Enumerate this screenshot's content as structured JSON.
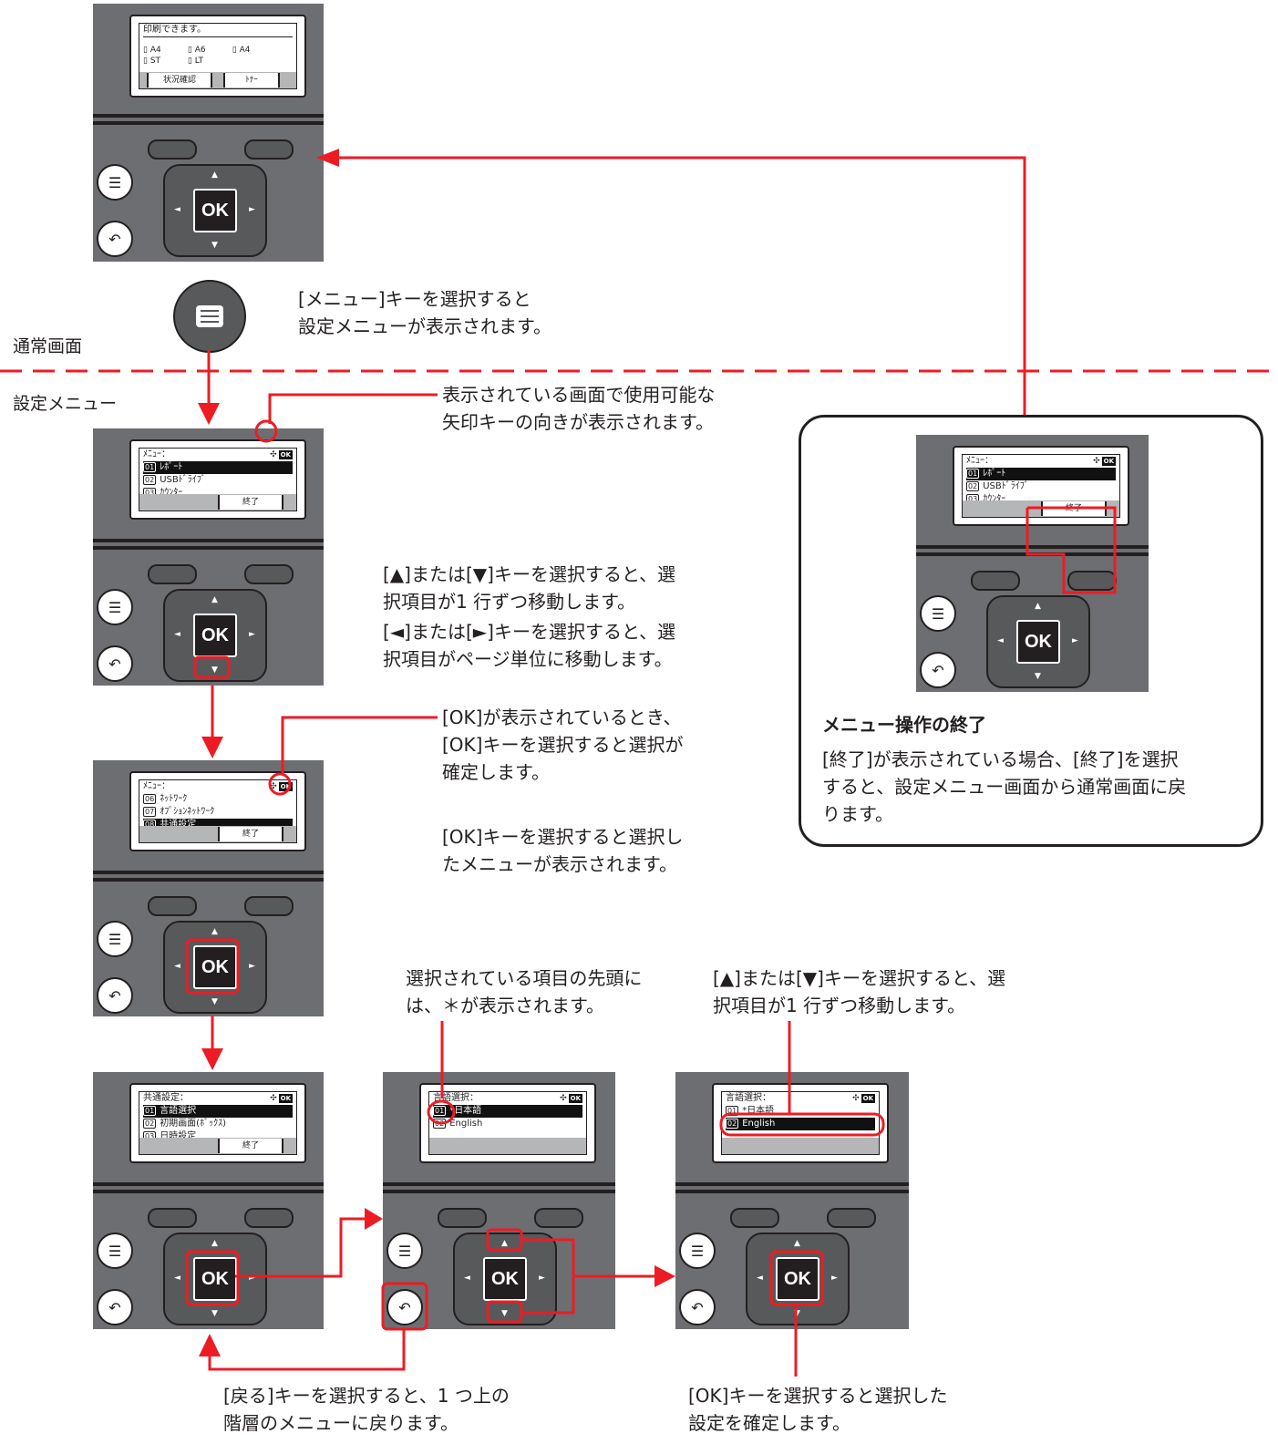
{
  "labels": {
    "normal_screen": "通常画面",
    "settings_menu": "設定メニュー"
  },
  "panel_top": {
    "line1": "印刷できます。",
    "tray_a4": "A4",
    "tray_a6": "A6",
    "tray_a4b": "A4",
    "tray_st": "ST",
    "tray_lt": "LT",
    "softkey_left": "状況確認",
    "softkey_right": "ﾄﾅｰ"
  },
  "panel_menu": {
    "title": "ﾒﾆｭｰ：",
    "item1_num": "01",
    "item1": "ﾚﾎﾟｰﾄ",
    "item2_num": "02",
    "item2": "USBﾄﾞﾗｲﾌﾞ",
    "item3_num": "03",
    "item3": "ｶｳﾝﾀｰ",
    "softkey_right": "終了",
    "ok": "OK"
  },
  "panel_menu2": {
    "title": "ﾒﾆｭｰ：",
    "item1_num": "06",
    "item1": "ﾈｯﾄﾜｰｸ",
    "item2_num": "07",
    "item2": "ｵﾌﾟｼｮﾝﾈｯﾄﾜｰｸ",
    "item3_num": "08",
    "item3": "共通設定",
    "softkey_right": "終了"
  },
  "panel_common": {
    "title": "共通設定：",
    "item1_num": "01",
    "item1": "言語選択",
    "item2_num": "02",
    "item2": "初期画面(ﾎﾞｯｸｽ)",
    "item3_num": "03",
    "item3": "日時設定",
    "softkey_right": "終了"
  },
  "panel_lang1": {
    "title": "言語選択：",
    "item1_num": "01",
    "item1": "*日本語",
    "item2_num": "02",
    "item2": "English"
  },
  "panel_lang2": {
    "title": "言語選択：",
    "item1_num": "01",
    "item1": "*日本語",
    "item2_num": "02",
    "item2": "English"
  },
  "key_ok": "OK",
  "texts": {
    "menu_key_1": "[メニュー]キーを選択すると",
    "menu_key_2": "設定メニューが表示されます。",
    "arrow_disp_1": "表示されている画面で使用可能な",
    "arrow_disp_2": "矢印キーの向きが表示されます。",
    "updown_1": "[▲]または[▼]キーを選択すると、選",
    "updown_2": "択項目が1 行ずつ移動します。",
    "leftright_1": "[◄]または[►]キーを選択すると、選",
    "leftright_2": "択項目がページ単位に移動します。",
    "ok_shown_1": "[OK]が表示されているとき、",
    "ok_shown_2": "[OK]キーを選択すると選択が",
    "ok_shown_3": "確定します。",
    "ok_menu_1": "[OK]キーを選択すると選択し",
    "ok_menu_2": "たメニューが表示されます。",
    "asterisk_1": "選択されている項目の先頭に",
    "asterisk_2": "は、＊が表示されます。",
    "updown2_1": "[▲]または[▼]キーを選択すると、選",
    "updown2_2": "択項目が1 行ずつ移動します。",
    "back_1": "[戻る]キーを選択すると、1 つ上の",
    "back_2": "階層のメニューに戻ります。",
    "confirm_1": "[OK]キーを選択すると選択した",
    "confirm_2": "設定を確定します。",
    "exit_title": "メニュー操作の終了",
    "exit_1": "[終了]が表示されている場合、[終了]を選択",
    "exit_2": "すると、設定メニュー画面から通常画面に戻",
    "exit_3": "ります。"
  },
  "colors": {
    "accent": "#ed1c24",
    "panel": "#6d6e71",
    "dark": "#231f20"
  }
}
